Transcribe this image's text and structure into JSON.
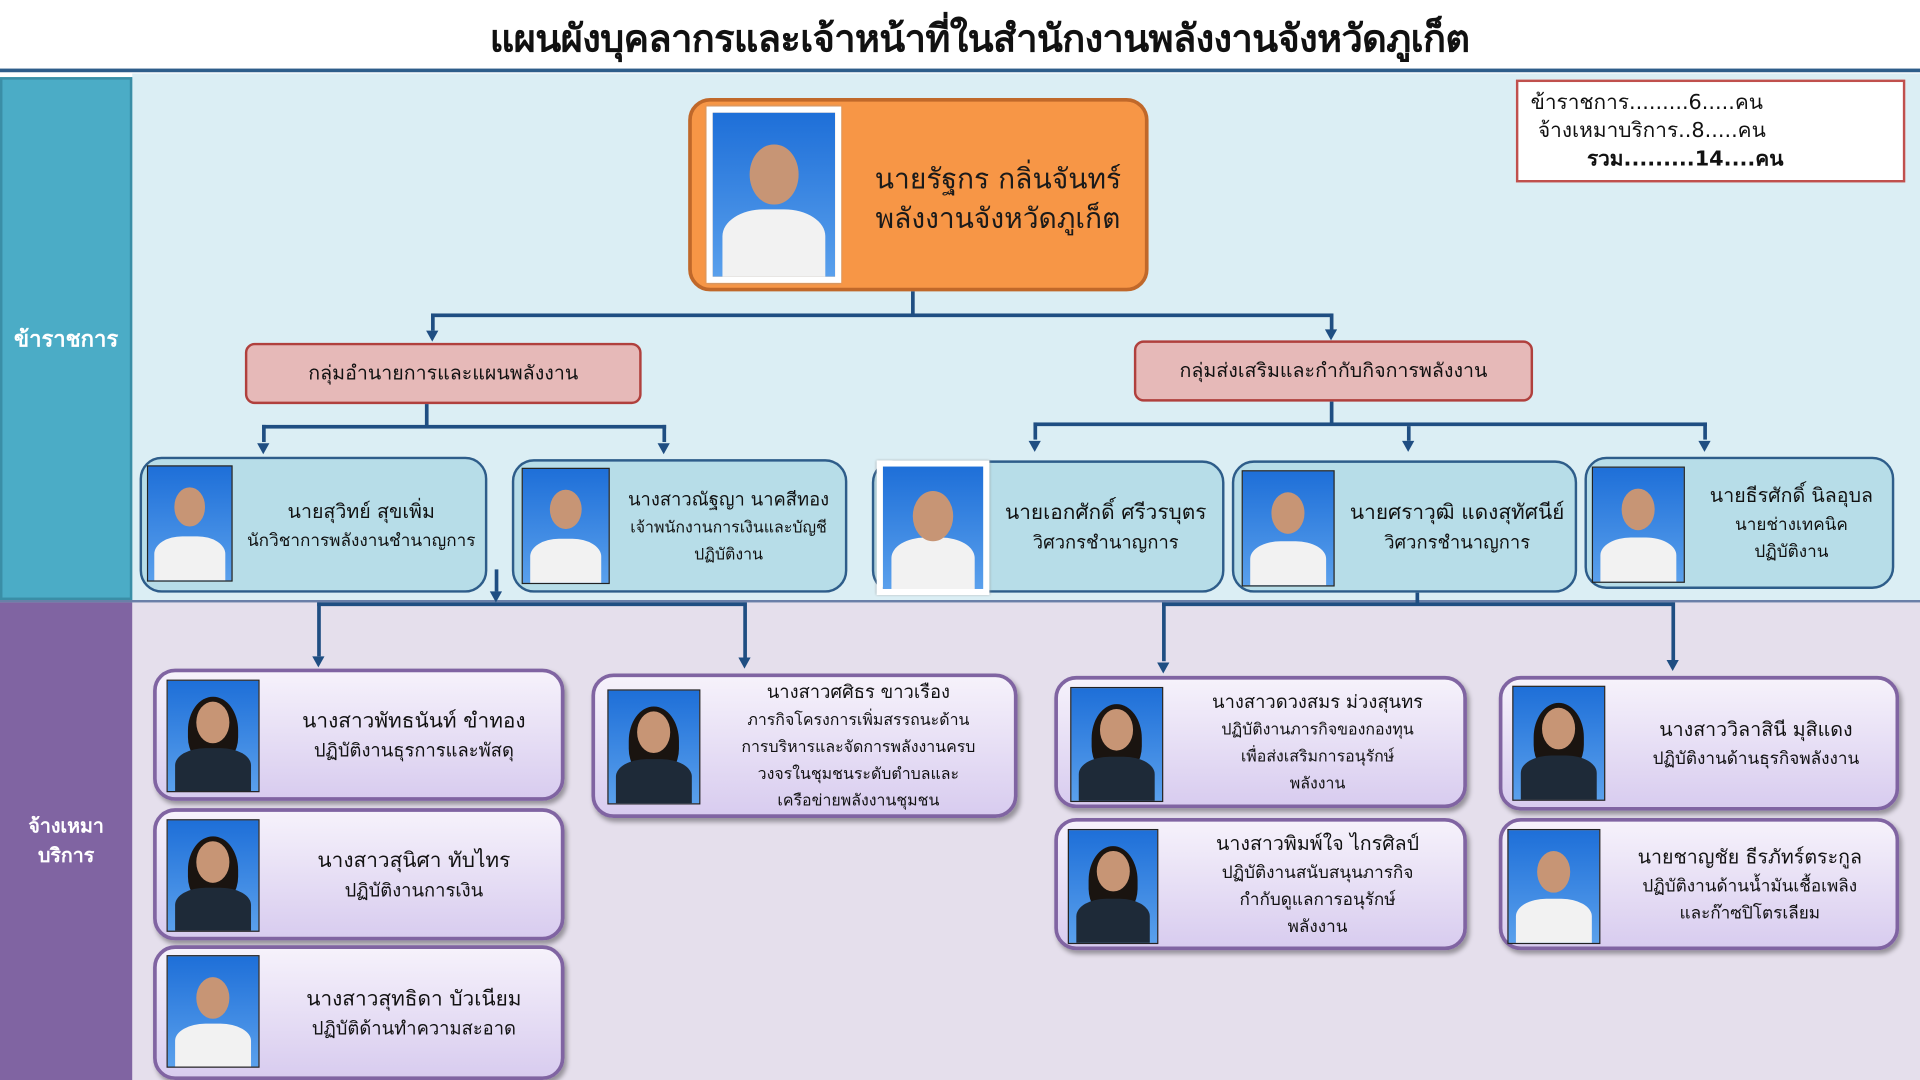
{
  "title": "แผนผังบุคลากรและเจ้าหน้าที่ในสำนักงานพลังงานจังหวัดภูเก็ต",
  "side_labels": {
    "civil": "ข้าราชการ",
    "contract": "จ้างเหมาบริการ"
  },
  "summary": {
    "civil": "ข้าราชการ.........6.....คน",
    "contract": "จ้างเหมาบริการ..8.....คน",
    "total": "รวม.........14....คน"
  },
  "director": {
    "name": "นายรัฐกร กลิ่นจันทร์",
    "position": "พลังงานจังหวัดภูเก็ต"
  },
  "groups": [
    {
      "label": "กลุ่มอำนายการและแผนพลังงาน"
    },
    {
      "label": "กลุ่มส่งเสริมและกำกับกิจการพลังงาน"
    }
  ],
  "civil_staff": [
    {
      "name": "นายสุวิทย์  สุขเพิ่ม",
      "lines": [
        "นักวิชาการพลังงานชำนาญการ"
      ]
    },
    {
      "name": "นางสาวณัฐญา  นาคสีทอง",
      "lines": [
        "เจ้าพนักงานการเงินและบัญชี",
        "ปฏิบัติงาน"
      ]
    },
    {
      "name": "นายเอกศักดิ์ ศรีวรบุตร",
      "lines": [
        "วิศวกรชำนาญการ"
      ]
    },
    {
      "name": "นายศราวุฒิ แดงสุทัศนีย์",
      "lines": [
        "วิศวกรชำนาญการ"
      ]
    },
    {
      "name": "นายธีรศักดิ์ นิลอุบล",
      "lines": [
        "นายช่างเทคนิค",
        "ปฏิบัติงาน"
      ]
    }
  ],
  "contract_staff": [
    {
      "name": "นางสาวพัทธนันท์ ขำทอง",
      "lines": [
        "ปฏิบัติงานธุรการและพัสดุ"
      ]
    },
    {
      "name": "นางสาวสุนิศา ทับไทร",
      "lines": [
        "ปฏิบัติงานการเงิน"
      ]
    },
    {
      "name": "นางสาวสุทธิดา  บัวเนียม",
      "lines": [
        "ปฏิบัติด้านทำความสะอาด"
      ]
    },
    {
      "name": "นางสาวศศิธร ขาวเรือง",
      "lines": [
        "ภารกิจโครงการเพิ่มสรรถนะด้าน",
        "การบริหารและจัดการพลังงานครบ",
        "วงจรในชุมชนระดับตำบลและ",
        "เครือข่ายพลังงานชุมชน"
      ]
    },
    {
      "name": "นางสาวดวงสมร ม่วงสุนทร",
      "lines": [
        "ปฏิบัติงานภารกิจของกองทุน",
        "เพื่อส่งเสริมการอนุรักษ์",
        "พลังงาน"
      ]
    },
    {
      "name": "นางสาวพิมพ์ใจ ไกรศิลป์",
      "lines": [
        "ปฏิบัติงานสนับสนุนภารกิจ",
        "กำกับดูแลการอนุรักษ์",
        "พลังงาน"
      ]
    },
    {
      "name": "นางสาววิลาสินี มุสิแดง",
      "lines": [
        "ปฏิบัติงานด้านธุรกิจพลังงาน"
      ]
    },
    {
      "name": "นายชาญชัย ธีรภัทร์ตระกูล",
      "lines": [
        "ปฏิบัติงานด้านน้ำมันเชื้อเพลิง",
        "และก๊าซปิโตรเลียม"
      ]
    }
  ],
  "colors": {
    "civil_band": "#4bacc6",
    "contract_band": "#8064a2",
    "director": "#f79646",
    "group": "#e6b9b8",
    "connector": "#1f4e82"
  }
}
